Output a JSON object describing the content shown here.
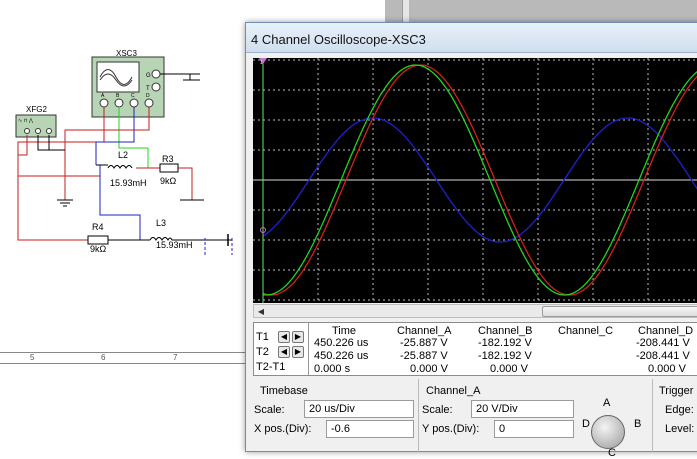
{
  "schematic": {
    "scope_ref": "XSC3",
    "scope_pins_right": [
      "G",
      "T"
    ],
    "scope_pins_bottom": [
      "A",
      "B",
      "C",
      "D"
    ],
    "fg_ref": "XFG2",
    "l2_ref": "L2",
    "l2_val": "15.93mH",
    "r3_ref": "R3",
    "r3_val": "9kΩ",
    "r4_ref": "R4",
    "r4_val": "9kΩ",
    "l3_ref": "L3",
    "l3_val": "15.93mH",
    "ruler_ticks": [
      "5",
      "6",
      "7"
    ]
  },
  "window": {
    "title": "4 Channel Oscilloscope-XSC3"
  },
  "colors": {
    "channel_a": "#d42020",
    "channel_b": "#1ed81e",
    "channel_d": "#2020d0"
  },
  "cursor_marker": "1",
  "measurements": {
    "headers": [
      "Time",
      "Channel_A",
      "Channel_B",
      "Channel_C",
      "Channel_D"
    ],
    "rows": [
      {
        "label": "T1",
        "time": "450.226 us",
        "a": "-25.887 V",
        "b": "-182.192 V",
        "c": "",
        "d": "-208.441 V"
      },
      {
        "label": "T2",
        "time": "450.226 us",
        "a": "-25.887 V",
        "b": "-182.192 V",
        "c": "",
        "d": "-208.441 V"
      },
      {
        "label": "T2-T1",
        "time": "0.000 s",
        "a": "0.000 V",
        "b": "0.000 V",
        "c": "",
        "d": "0.000 V"
      }
    ]
  },
  "timebase": {
    "title": "Timebase",
    "scale_label": "Scale:",
    "scale_value": "20 us/Div",
    "xpos_label": "X pos.(Div):",
    "xpos_value": "-0.6"
  },
  "channel": {
    "title": "Channel_A",
    "scale_label": "Scale:",
    "scale_value": "20  V/Div",
    "ypos_label": "Y pos.(Div):",
    "ypos_value": "0",
    "knob_labels": [
      "A",
      "B",
      "C",
      "D"
    ]
  },
  "trigger": {
    "title": "Trigger",
    "edge_label": "Edge:",
    "level_label": "Level:"
  }
}
